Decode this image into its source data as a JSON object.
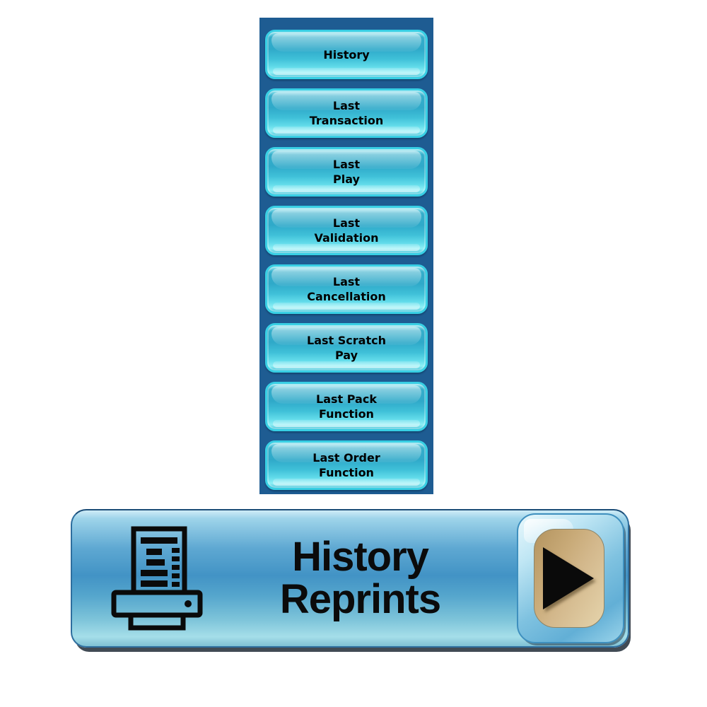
{
  "panel": {
    "buttons": [
      {
        "label": "History"
      },
      {
        "label": "Last\nTransaction"
      },
      {
        "label": "Last\nPlay"
      },
      {
        "label": "Last\nValidation"
      },
      {
        "label": "Last\nCancellation"
      },
      {
        "label": "Last Scratch\nPay"
      },
      {
        "label": "Last Pack\nFunction"
      },
      {
        "label": "Last Order\nFunction"
      }
    ]
  },
  "reprints_button": {
    "label": "History\nReprints",
    "left_icon": "printer-icon",
    "right_icon": "play-arrow-icon"
  },
  "colors": {
    "page_background": "#FFFFFF",
    "panel_background": "#1E5C92",
    "small_button_border": "#38CFE4",
    "small_button_body_top": "#2FA9C9",
    "small_button_body_bottom": "#8FF0F6",
    "big_button_mid": "#4293C5",
    "big_button_light": "#A5DEE9",
    "arrow_button_ring": "#7FC2E0",
    "arrow_pad_tan": "#C9AB79",
    "text_color": "#000000"
  }
}
